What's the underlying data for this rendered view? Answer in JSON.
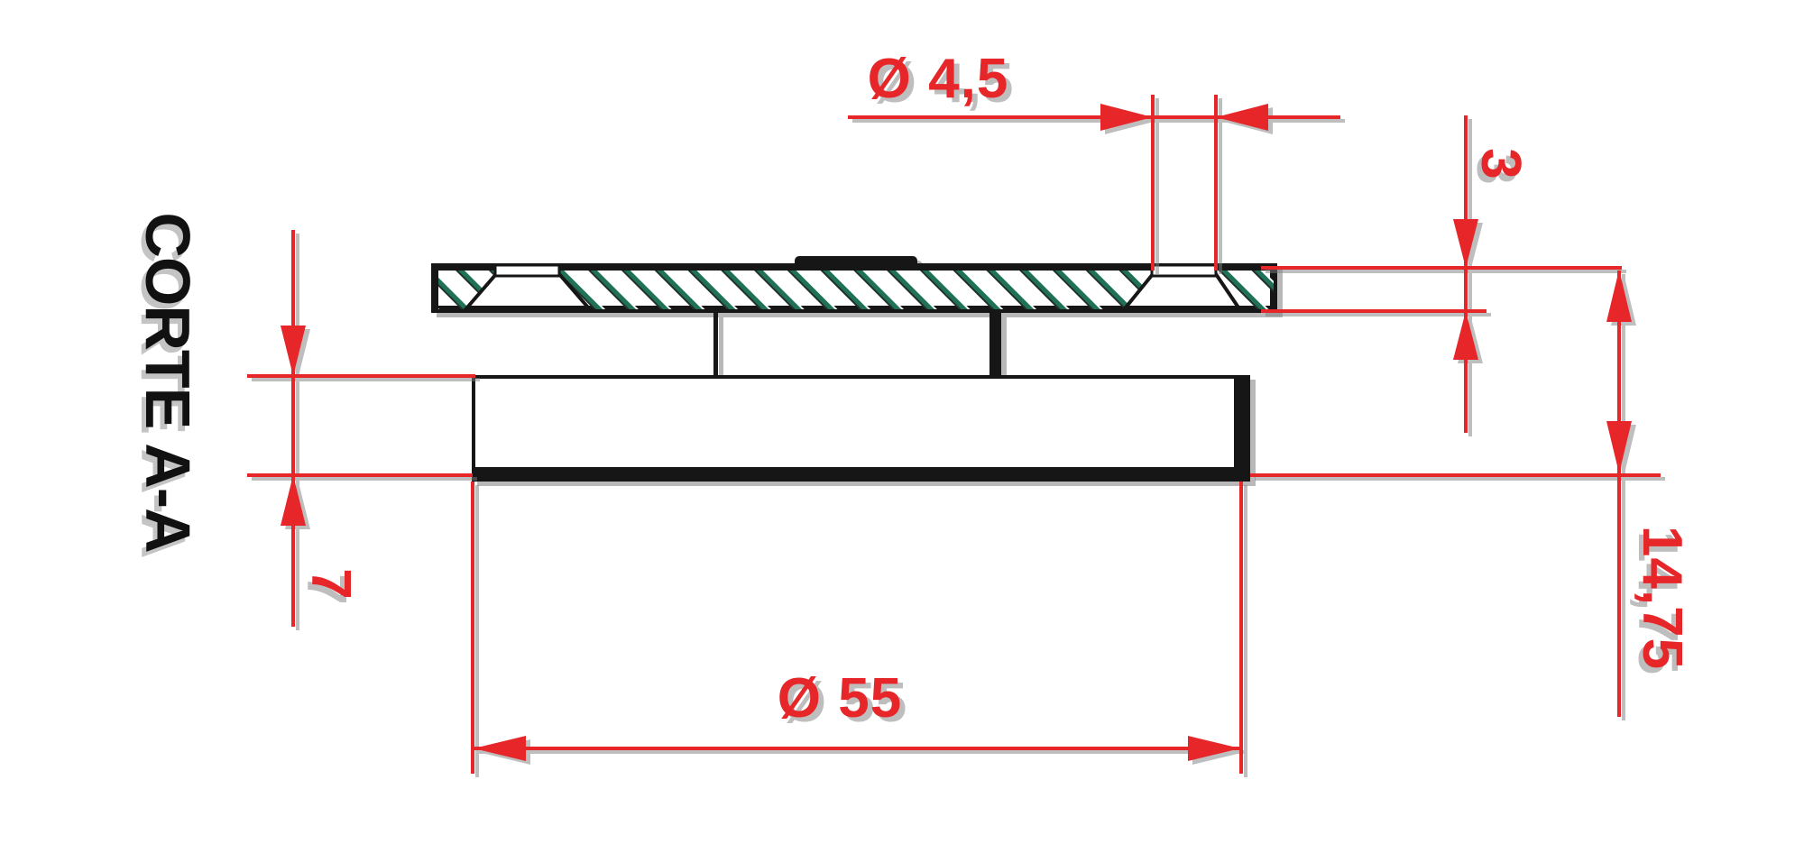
{
  "drawing": {
    "view_label": "CORTE A-A",
    "dimensions": {
      "hole_diameter": "Ø 4,5",
      "plate_thickness": "3",
      "base_height": "7",
      "total_height": "14,75",
      "base_diameter": "Ø 55"
    },
    "colors": {
      "dimension": "#e72629",
      "hatch": "#1f7257",
      "outline": "#161616",
      "background": "#ffffff"
    }
  }
}
